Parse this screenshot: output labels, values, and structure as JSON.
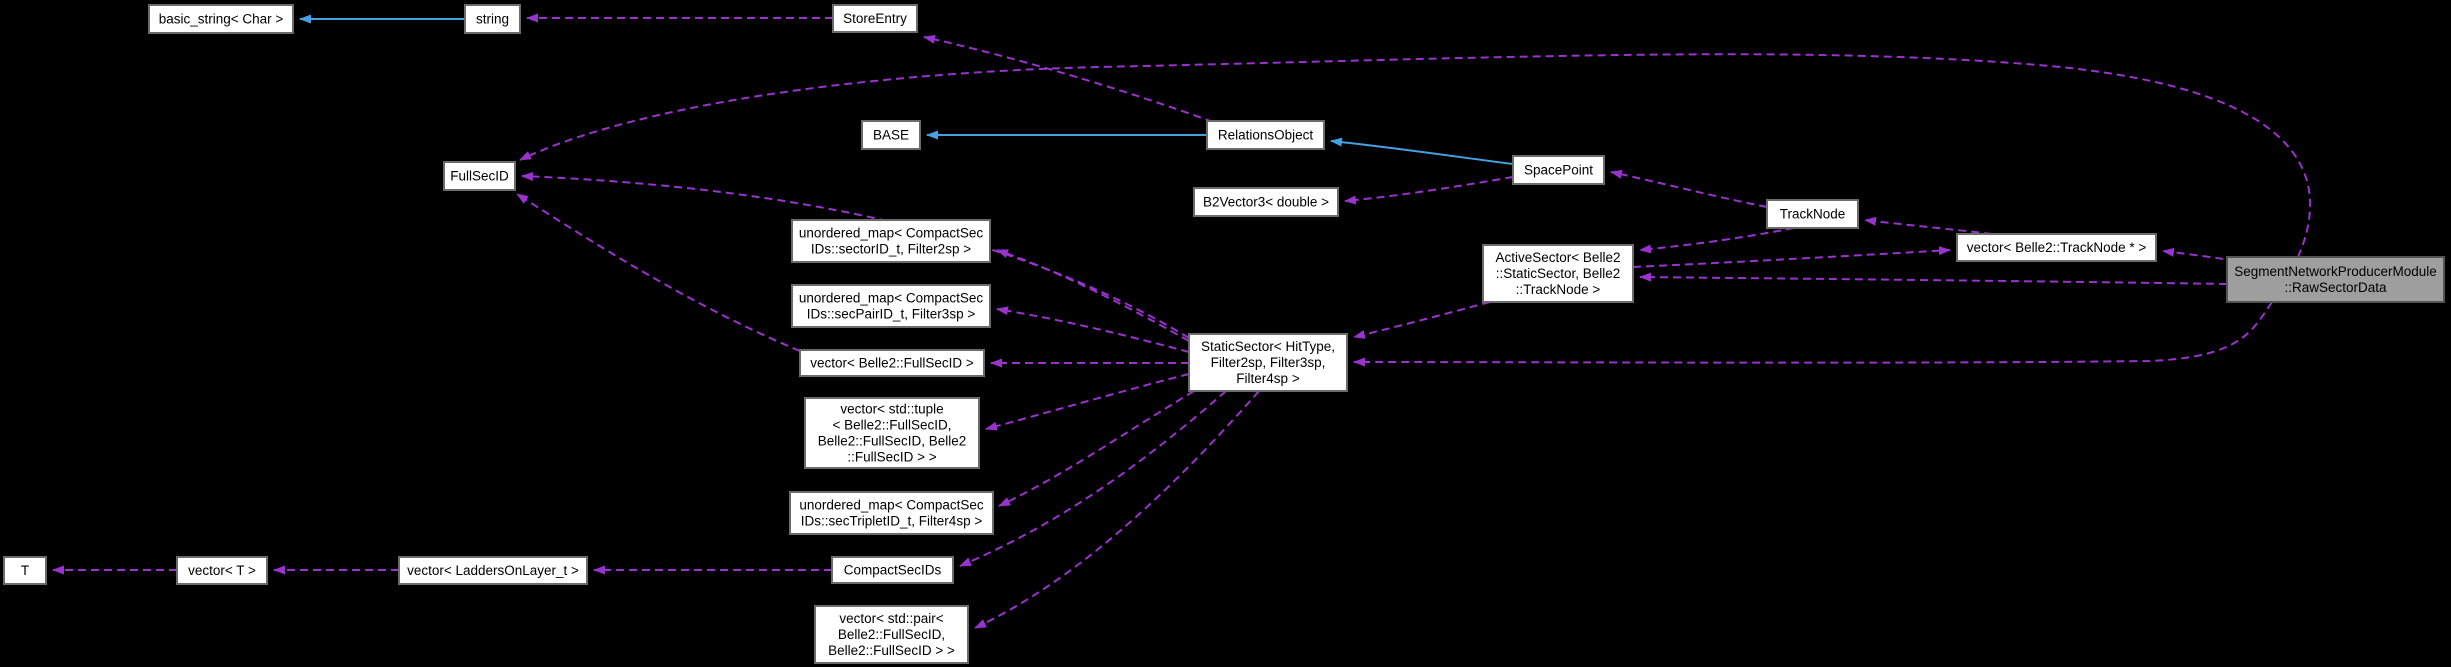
{
  "diagram": {
    "title": "SegmentNetworkProducerModule::RawSectorData collaboration graph",
    "background_color": "#000000",
    "node_fill_color": "#ffffff",
    "node_border_color": "#6b6b6b",
    "highlight_fill_color": "#9e9e9e",
    "dashed_edge_color": "#9a32cd",
    "solid_edge_color": "#44a1e4"
  },
  "nodes": [
    {
      "id": "basic_string",
      "lines": [
        "basic_string< Char >"
      ],
      "highlighted": false
    },
    {
      "id": "string",
      "lines": [
        "string"
      ],
      "highlighted": false
    },
    {
      "id": "store_entry",
      "lines": [
        "StoreEntry"
      ],
      "highlighted": false
    },
    {
      "id": "base",
      "lines": [
        "BASE"
      ],
      "highlighted": false
    },
    {
      "id": "relations_object",
      "lines": [
        "RelationsObject"
      ],
      "highlighted": false
    },
    {
      "id": "b2vector3",
      "lines": [
        "B2Vector3< double >"
      ],
      "highlighted": false
    },
    {
      "id": "space_point",
      "lines": [
        "SpacePoint"
      ],
      "highlighted": false
    },
    {
      "id": "track_node",
      "lines": [
        "TrackNode"
      ],
      "highlighted": false
    },
    {
      "id": "vector_tracknode_ptr",
      "lines": [
        "vector< Belle2::TrackNode * >"
      ],
      "highlighted": false
    },
    {
      "id": "raw_sector_data",
      "lines": [
        "SegmentNetworkProducerModule",
        "::RawSectorData"
      ],
      "highlighted": true
    },
    {
      "id": "active_sector",
      "lines": [
        "ActiveSector< Belle2",
        "::StaticSector, Belle2",
        "::TrackNode >"
      ],
      "highlighted": false
    },
    {
      "id": "static_sector",
      "lines": [
        "StaticSector< HitType,",
        "Filter2sp, Filter3sp,",
        "Filter4sp >"
      ],
      "highlighted": false
    },
    {
      "id": "full_sec_id",
      "lines": [
        "FullSecID"
      ],
      "highlighted": false
    },
    {
      "id": "umap_filter2sp",
      "lines": [
        "unordered_map< CompactSec",
        "IDs::sectorID_t, Filter2sp >"
      ],
      "highlighted": false
    },
    {
      "id": "umap_filter3sp",
      "lines": [
        "unordered_map< CompactSec",
        "IDs::secPairID_t, Filter3sp >"
      ],
      "highlighted": false
    },
    {
      "id": "vector_fullsecid",
      "lines": [
        "vector< Belle2::FullSecID >"
      ],
      "highlighted": false
    },
    {
      "id": "vector_tuple",
      "lines": [
        "vector< std::tuple",
        "< Belle2::FullSecID,",
        "Belle2::FullSecID, Belle2",
        "::FullSecID > >"
      ],
      "highlighted": false
    },
    {
      "id": "umap_filter4sp",
      "lines": [
        "unordered_map< CompactSec",
        "IDs::secTripletID_t, Filter4sp >"
      ],
      "highlighted": false
    },
    {
      "id": "compact_sec_ids",
      "lines": [
        "CompactSecIDs"
      ],
      "highlighted": false
    },
    {
      "id": "vector_pair",
      "lines": [
        "vector< std::pair<",
        "Belle2::FullSecID,",
        "Belle2::FullSecID > >"
      ],
      "highlighted": false
    },
    {
      "id": "t",
      "lines": [
        "T"
      ],
      "highlighted": false
    },
    {
      "id": "vector_t",
      "lines": [
        "vector< T >"
      ],
      "highlighted": false
    },
    {
      "id": "vector_ladders",
      "lines": [
        "vector< LaddersOnLayer_t >"
      ],
      "highlighted": false
    }
  ],
  "edges": [
    {
      "from": "string",
      "to": "basic_string",
      "style": "solid"
    },
    {
      "from": "relations_object",
      "to": "base",
      "style": "solid"
    },
    {
      "from": "space_point",
      "to": "relations_object",
      "style": "solid"
    },
    {
      "from": "store_entry",
      "to": "string",
      "style": "dashed"
    },
    {
      "from": "relations_object",
      "to": "store_entry",
      "style": "dashed"
    },
    {
      "from": "space_point",
      "to": "b2vector3",
      "style": "dashed"
    },
    {
      "from": "track_node",
      "to": "space_point",
      "style": "dashed"
    },
    {
      "from": "vector_tracknode_ptr",
      "to": "track_node",
      "style": "dashed"
    },
    {
      "from": "track_node",
      "to": "active_sector",
      "style": "dashed"
    },
    {
      "from": "active_sector",
      "to": "vector_tracknode_ptr",
      "style": "dashed"
    },
    {
      "from": "raw_sector_data",
      "to": "vector_tracknode_ptr",
      "style": "dashed"
    },
    {
      "from": "raw_sector_data",
      "to": "active_sector",
      "style": "dashed"
    },
    {
      "from": "active_sector",
      "to": "static_sector",
      "style": "dashed"
    },
    {
      "from": "raw_sector_data",
      "to": "static_sector",
      "style": "dashed"
    },
    {
      "from": "raw_sector_data",
      "to": "full_sec_id",
      "style": "dashed"
    },
    {
      "from": "static_sector",
      "to": "full_sec_id",
      "style": "dashed"
    },
    {
      "from": "static_sector",
      "to": "umap_filter2sp",
      "style": "dashed"
    },
    {
      "from": "static_sector",
      "to": "umap_filter3sp",
      "style": "dashed"
    },
    {
      "from": "static_sector",
      "to": "vector_fullsecid",
      "style": "dashed"
    },
    {
      "from": "static_sector",
      "to": "vector_tuple",
      "style": "dashed"
    },
    {
      "from": "static_sector",
      "to": "umap_filter4sp",
      "style": "dashed"
    },
    {
      "from": "static_sector",
      "to": "compact_sec_ids",
      "style": "dashed"
    },
    {
      "from": "static_sector",
      "to": "vector_pair",
      "style": "dashed"
    },
    {
      "from": "vector_fullsecid",
      "to": "full_sec_id",
      "style": "dashed"
    },
    {
      "from": "compact_sec_ids",
      "to": "vector_ladders",
      "style": "dashed"
    },
    {
      "from": "vector_ladders",
      "to": "vector_t",
      "style": "dashed"
    },
    {
      "from": "vector_t",
      "to": "t",
      "style": "dashed"
    }
  ]
}
